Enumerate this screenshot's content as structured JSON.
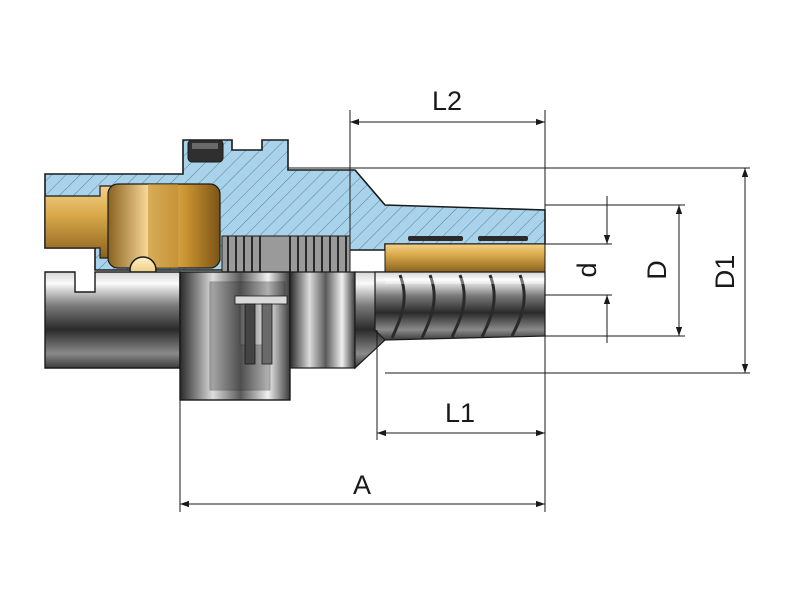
{
  "diagram": {
    "dimensions": {
      "a": "A",
      "l1": "L1",
      "l2": "L2",
      "d_small": "d",
      "d_large": "D",
      "d1": "D1"
    },
    "colors": {
      "section_fill": "#a9d3ea",
      "hatch": "#5b7f97",
      "brass": "#d9a94a",
      "steel_dark": "#2e2e2e",
      "steel_light": "#e6e6e6",
      "line": "#1a1a1a"
    }
  }
}
